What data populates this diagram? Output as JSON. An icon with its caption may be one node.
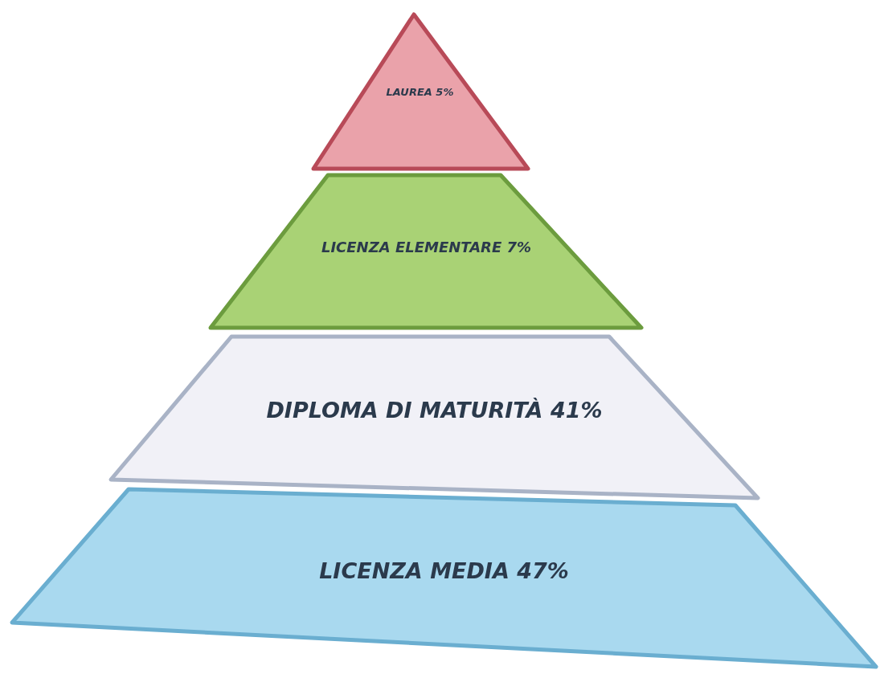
{
  "diagram": {
    "nodes": [
      {
        "text": [
          "LAUREA 5%"
        ]
      },
      {
        "text": [
          "LICENZA ELEMENTARE 7%"
        ]
      },
      {
        "text": [
          "DIPLOMA DI MATURITÀ 41%"
        ]
      },
      {
        "text": [
          "LICENZA MEDIA 47%"
        ]
      }
    ]
  }
}
